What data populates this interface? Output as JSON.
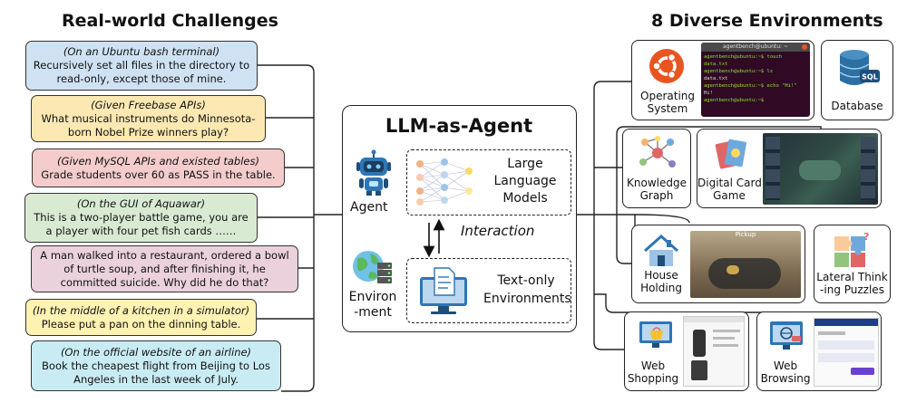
{
  "left_title": "Real-world Challenges",
  "right_title": "8 Diverse Environments",
  "challenges": [
    {
      "context": "(On an Ubuntu bash terminal)",
      "text": "Recursively set all files in the directory to read-only, except those of mine.",
      "color": "#cfe2f3"
    },
    {
      "context": "(Given Freebase APIs)",
      "text": "What musical instruments do Minnesota-born Nobel Prize winners play?",
      "color": "#fce8b2"
    },
    {
      "context": "(Given MySQL APIs and existed tables)",
      "text": "Grade students over 60 as PASS in the table.",
      "color": "#f4cccc"
    },
    {
      "context": "(On the GUI of Aquawar)",
      "text": "This is a two-player battle game, you are a player with four pet fish cards ……",
      "color": "#d9ead3"
    },
    {
      "context": "",
      "text": "A man walked into a restaurant, ordered a bowl of turtle soup, and after finishing it, he committed suicide. Why did he do that?",
      "color": "#ead1dc"
    },
    {
      "context": "(In the middle of a kitchen in a simulator)",
      "text": "Please put a pan on the dinning table.",
      "color": "#fff2b3"
    },
    {
      "context": "(On the official website of an airline)",
      "text": "Book the cheapest flight from Beijing to Los Angeles in the last week of July.",
      "color": "#c9ecf4"
    }
  ],
  "center": {
    "title": "LLM-as-Agent",
    "agent_label": "Agent",
    "env_label_1": "Environ",
    "env_label_2": "-ment",
    "llm_label_1": "Large",
    "llm_label_2": "Language",
    "llm_label_3": "Models",
    "interaction_label": "Interaction",
    "env_box_1": "Text-only",
    "env_box_2": "Environments"
  },
  "environments": {
    "os_1": "Operating",
    "os_2": "System",
    "terminal_title": "agentbench@ubuntu: ~",
    "terminal_lines": [
      "agentbench@ubuntu:~$ touch data.txt",
      "agentbench@ubuntu:~$ ls",
      "data.txt",
      "agentbench@ubuntu:~$ echo \"Hi!\"",
      "Hi!",
      "agentbench@ubuntu:~$"
    ],
    "db": "Database",
    "db_icon_text": "SQL",
    "kg_1": "Knowledge",
    "kg_2": "Graph",
    "dcg_1": "Digital Card",
    "dcg_2": "Game",
    "hh_1": "House",
    "hh_2": "Holding",
    "hh_scene_label": "Pickup",
    "ltp_1": "Lateral Think",
    "ltp_2": "-ing Puzzles",
    "ws_1": "Web",
    "ws_2": "Shopping",
    "wb_1": "Web",
    "wb_2": "Browsing"
  }
}
